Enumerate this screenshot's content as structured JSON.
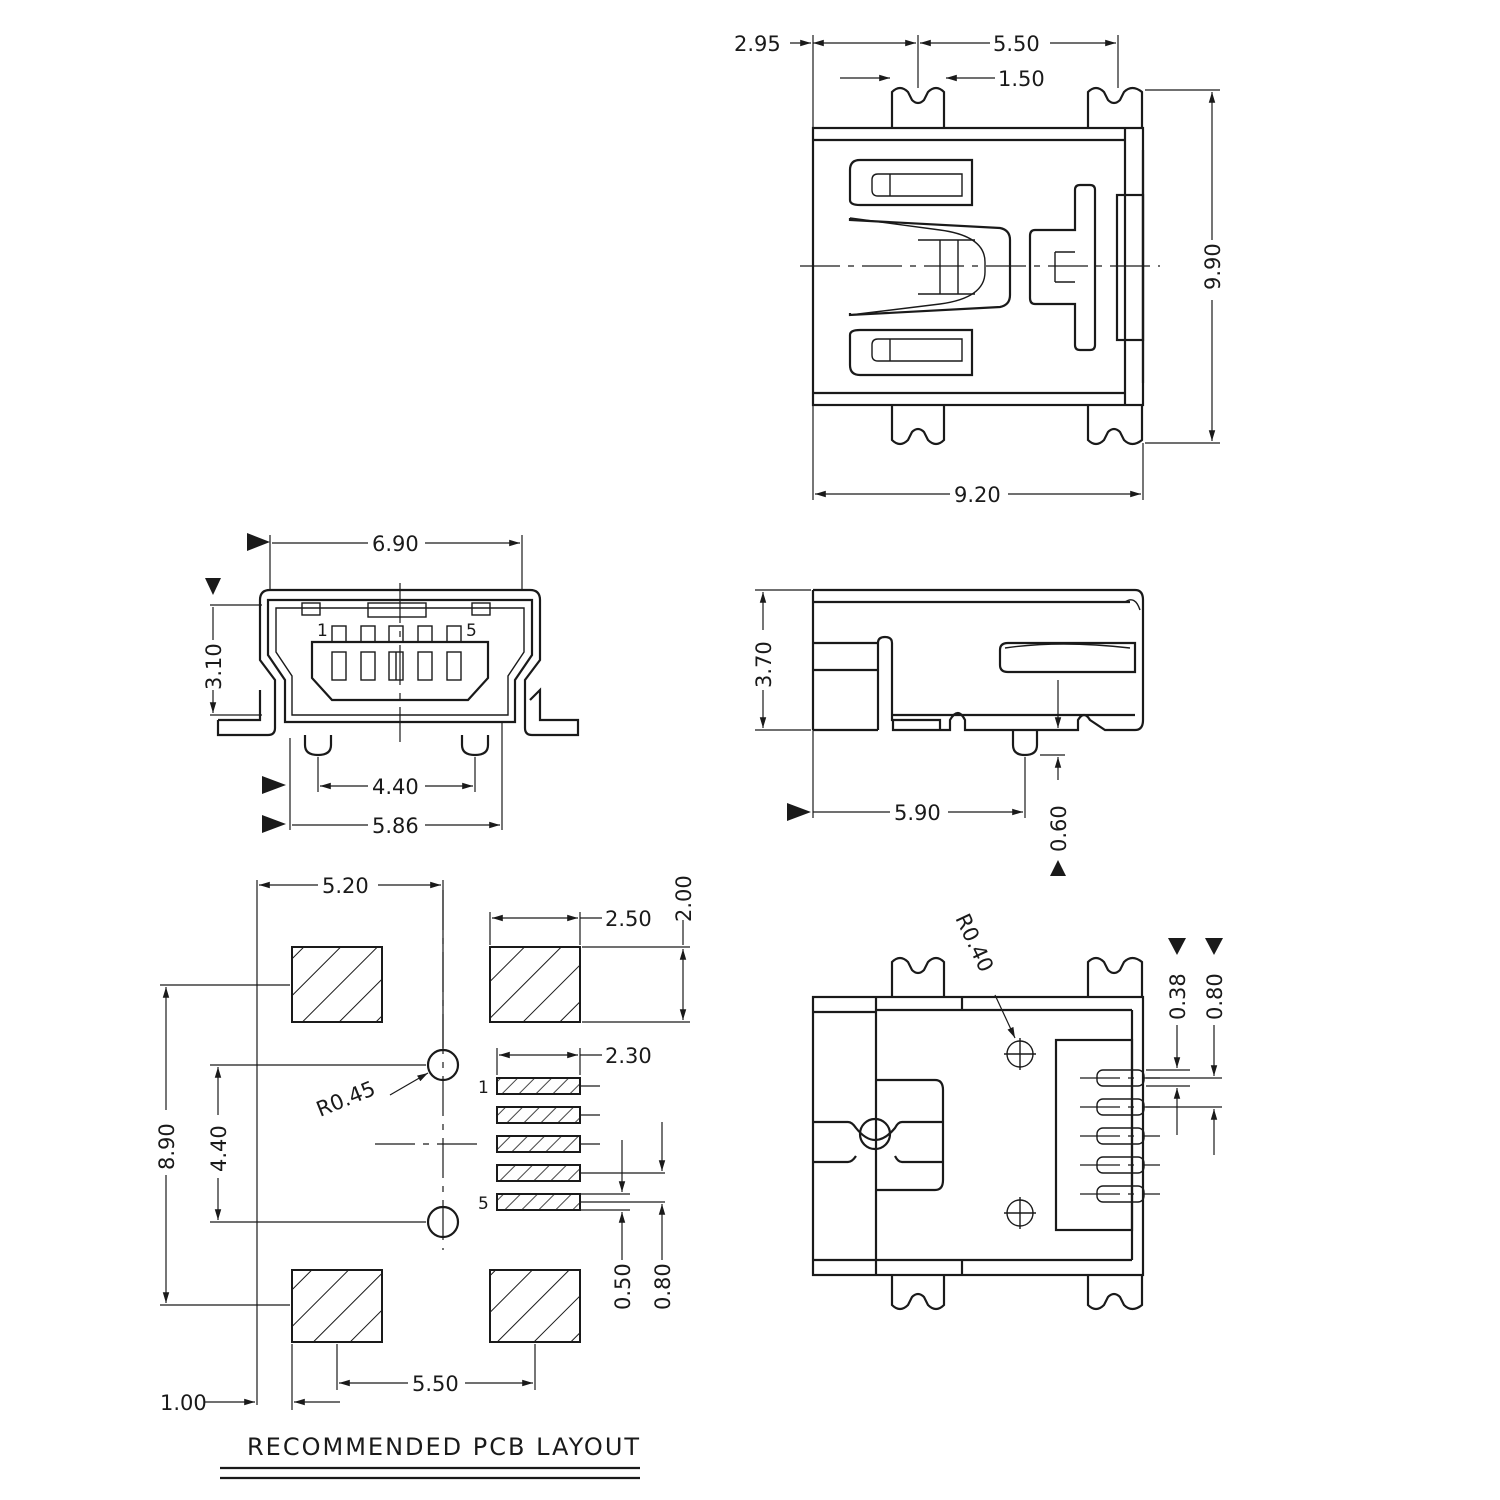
{
  "top_view": {
    "dim_left_offset": "2.95",
    "dim_pitch": "5.50",
    "dim_tab_width": "1.50",
    "dim_height": "9.90",
    "dim_width": "9.20"
  },
  "front_view": {
    "dim_width": "6.90",
    "dim_height": "3.10",
    "pin_1": "1",
    "pin_5": "5",
    "dim_peg_spacing": "4.40",
    "dim_total": "5.86"
  },
  "side_view": {
    "dim_height": "3.70",
    "dim_length": "5.90",
    "dim_peg": "0.60"
  },
  "pcb_layout": {
    "dim_width": "5.20",
    "dim_pad_width": "2.50",
    "dim_pad_height": "2.00",
    "dim_signal_length": "2.30",
    "hole_radius": "R0.45",
    "dim_total_height": "8.90",
    "dim_hole_spacing": "4.40",
    "pin_1": "1",
    "pin_5": "5",
    "dim_signal_width": "0.50",
    "dim_signal_pitch": "0.80",
    "dim_pad_spacing": "5.50",
    "dim_edge": "1.00",
    "title": "RECOMMENDED PCB LAYOUT"
  },
  "bottom_view": {
    "hole_radius": "R0.40",
    "dim_pin_width": "0.38",
    "dim_pin_pitch": "0.80"
  }
}
